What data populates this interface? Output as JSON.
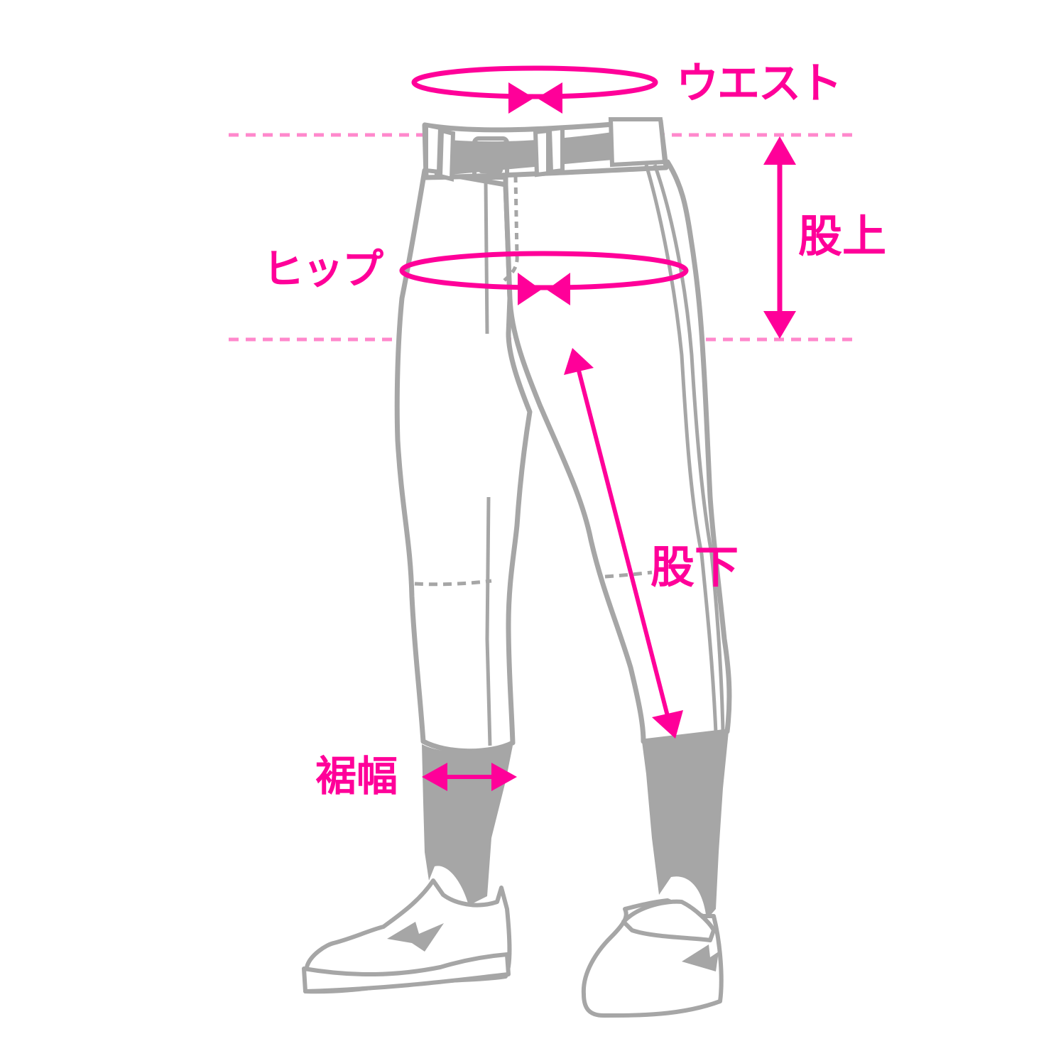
{
  "diagram": {
    "subject": "baseball-pants-size-guide",
    "colors": {
      "accent": "#ff0099",
      "guide_line": "#ff88cc",
      "outline": "#a6a6a6",
      "fill_dark": "#a6a6a6",
      "background": "#ffffff"
    },
    "measurements": [
      {
        "id": "waist",
        "label": "ウエスト",
        "type": "circumference"
      },
      {
        "id": "rise",
        "label": "股上",
        "type": "vertical"
      },
      {
        "id": "hip",
        "label": "ヒップ",
        "type": "circumference"
      },
      {
        "id": "inseam",
        "label": "股下",
        "type": "diagonal"
      },
      {
        "id": "hem-width",
        "label": "裾幅",
        "type": "horizontal"
      }
    ]
  }
}
